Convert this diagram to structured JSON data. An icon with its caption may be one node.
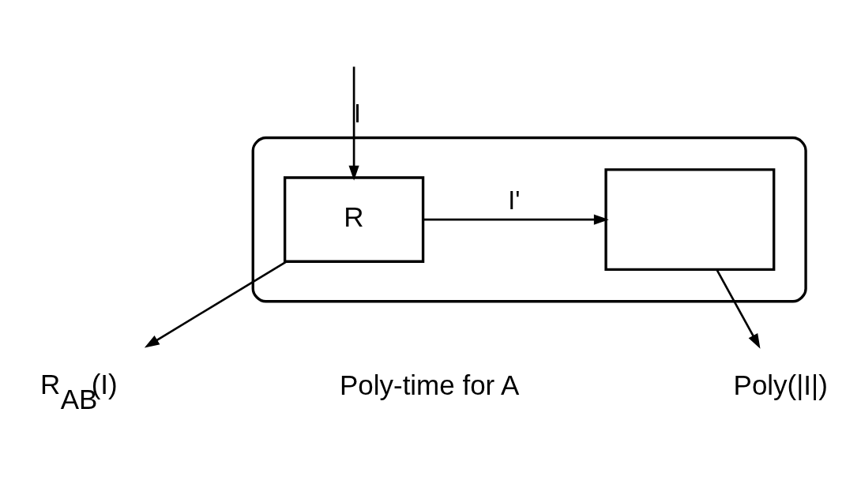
{
  "diagram": {
    "nodes": [
      {
        "text": [],
        "shape": "box"
      },
      {
        "text": [
          "R"
        ],
        "in": 0
      },
      {
        "text": [],
        "shape": "box",
        "in": 0
      },
      {
        "text": [
          "R$_{AB}$(I)"
        ]
      },
      {
        "text": [
          "Poly(|I|)"
        ]
      }
    ],
    "edges": [
      {
        "from": null,
        "to": 1,
        "arrow": "to",
        "label": "I"
      },
      {
        "from": 1,
        "to": 2,
        "arrow": "to",
        "label": "I'"
      },
      {
        "from": 1,
        "to": 3,
        "arrow": "to"
      },
      {
        "from": 2,
        "to": 4,
        "arrow": "to"
      }
    ],
    "labels": [
      "Poly-time for A"
    ]
  }
}
